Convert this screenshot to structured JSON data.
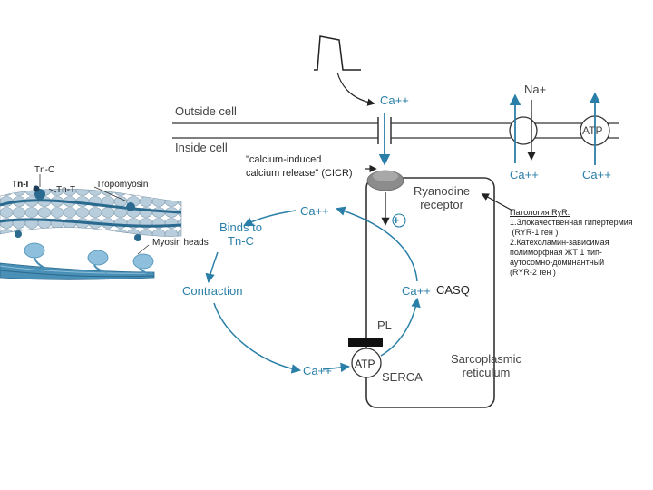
{
  "membrane": {
    "outside_label": "Outside cell",
    "inside_label": "Inside cell"
  },
  "ions": {
    "ca_top": "Ca++",
    "na_top": "Na+",
    "ca_na_exchanger_bottom": "Ca++",
    "ca_pump_bottom": "Ca++",
    "ca_release": "Ca++",
    "ca_casq": "Ca++",
    "ca_return": "Ca++"
  },
  "labels": {
    "cicr": "\"calcium-induced\ncalcium release\" (CICR)",
    "ryanodine": "Ryanodine\nreceptor",
    "binds_tnc": "Binds to\nTn-C",
    "contraction": "Contraction",
    "casq": "CASQ",
    "pl": "PL",
    "atp_serca": "ATP",
    "serca": "SERCA",
    "sr": "Sarcoplasmic\nreticulum",
    "atp_pump": "ATP",
    "plus": "+"
  },
  "filament": {
    "tnc": "Tn-C",
    "tni": "Tn-I",
    "tnt": "Tn-T",
    "tropomyosin": "Tropomyosin",
    "myosin_heads": "Myosin heads"
  },
  "pathology": {
    "title": "Патология RyR:",
    "lines": [
      "1.Злокачественная гипертермия",
      " (RYR-1 ген )",
      "2.Катехоламин-зависимая",
      "полиморфная ЖТ 1 тип-",
      "аутосомно-доминантный",
      "(RYR-2 ген )"
    ]
  },
  "colors": {
    "teal": "#2a7fa8",
    "line": "#333333",
    "receptor": "#8c8c8c"
  }
}
